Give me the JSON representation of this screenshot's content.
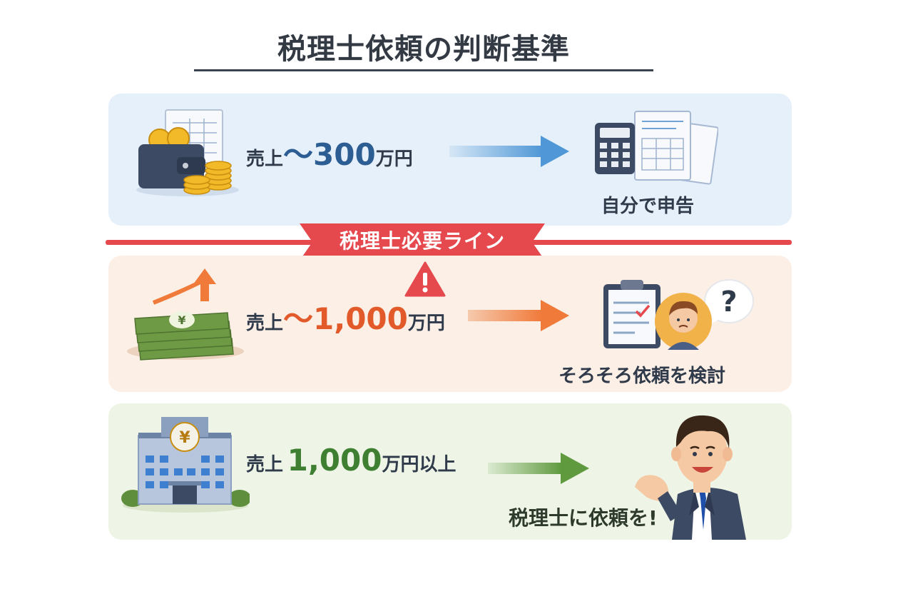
{
  "title": "税理士依頼の判断基準",
  "threshold_banner": "税理士必要ライン",
  "rows": [
    {
      "prefix": "売上",
      "amount": "〜300",
      "unit": "万円",
      "result": "自分で申告",
      "accent": "#2c5d93",
      "icons": [
        "wallet-coins-icon",
        "calculator-documents-icon"
      ]
    },
    {
      "prefix": "売上",
      "amount": "〜1,000",
      "unit": "万円",
      "result": "そろそろ依頼を検討",
      "accent": "#e25a2a",
      "icons": [
        "money-stack-growth-icon",
        "warning-icon",
        "clipboard-worried-person-icon"
      ]
    },
    {
      "prefix": "売上",
      "amount": "1,000",
      "unit": "万円以上",
      "result": "税理士に依頼を!",
      "accent": "#3e7f31",
      "icons": [
        "office-building-yen-icon",
        "tax-accountant-person-icon"
      ]
    }
  ]
}
